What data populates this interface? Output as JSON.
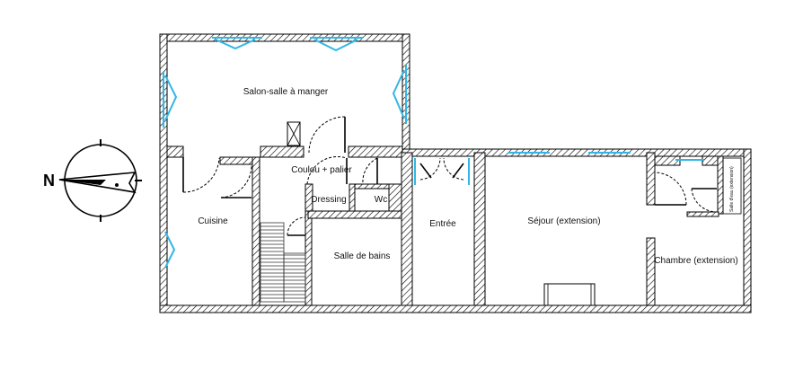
{
  "rooms": {
    "salon": "Salon-salle à manger",
    "couloir": "Coulou + palier",
    "dressing": "Dressing",
    "wc": "Wc",
    "cuisine": "Cuisine",
    "salle_de_bains": "Salle de bains",
    "entree": "Entrée",
    "sejour": "Séjour (extension)",
    "chambre": "Chambre (extension)",
    "salle_eau": "Salle d'eau (extension)"
  },
  "compass": {
    "north_letter": "N"
  },
  "colors": {
    "window": "#31b7e6",
    "wall": "#000000"
  }
}
